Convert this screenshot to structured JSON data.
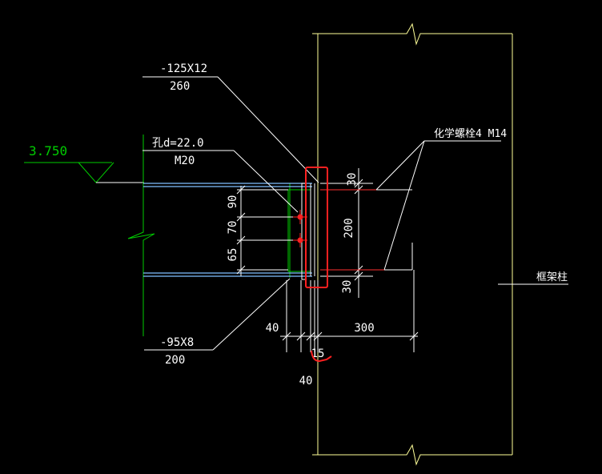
{
  "labels": {
    "top_plate_size": "-125X12",
    "top_plate_len": "260",
    "bolt_hole": "孔d=22.0",
    "bolt_spec": "M20",
    "elevation": "3.750",
    "anchor_bolt": "化学螺栓4 M14",
    "column": "框架柱",
    "bottom_plate_size": "-95X8",
    "bottom_plate_len": "200"
  },
  "dims": {
    "right_top": "30",
    "right_mid": "200",
    "right_bottom": "30",
    "left_90": "90",
    "left_70": "70",
    "left_65": "65",
    "bottom_40a": "40",
    "bottom_300": "300",
    "bottom_15": "15",
    "bottom_40b": "40"
  },
  "colors": {
    "background": "#000000",
    "column": "#ffff99",
    "green": "#00cc00",
    "dim": "#ffffff",
    "beam_flange": "#7fbfff",
    "red": "#ff2020"
  }
}
